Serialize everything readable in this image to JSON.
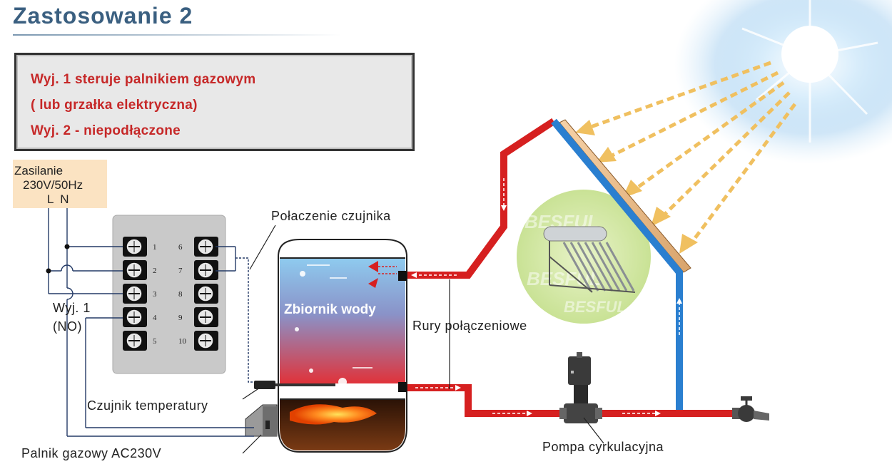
{
  "title": "Zastosowanie 2",
  "info": {
    "line1": "Wyj. 1 steruje palnikiem gazowym",
    "line2": "( lub grzałka elektryczna)",
    "line3": "Wyj. 2 - niepodłączone"
  },
  "supply": {
    "line1": "Zasilanie",
    "line2": "230V/50Hz",
    "line3": "L  N"
  },
  "labels": {
    "output": "Wyj. 1",
    "output_mode": "(NO)",
    "sensor_connection": "Połaczenie czujnika",
    "temp_sensor": "Czujnik temperatury",
    "burner": "Palnik gazowy  AC230V",
    "tank": "Zbiornik wody",
    "pipes": "Rury połączeniowe",
    "pump": "Pompa cyrkulacyjna"
  },
  "terminals": {
    "left": [
      "1",
      "2",
      "3",
      "4",
      "5"
    ],
    "right": [
      "6",
      "7",
      "8",
      "9",
      "10"
    ]
  },
  "watermark": "BESFUL",
  "colors": {
    "title": "#3a5f80",
    "info_text": "#c62828",
    "hot_pipe": "#d62020",
    "cold_pipe": "#2a7fd0",
    "solar_arrows": "#f0c060",
    "supply_bg": "#fbe3c2"
  }
}
